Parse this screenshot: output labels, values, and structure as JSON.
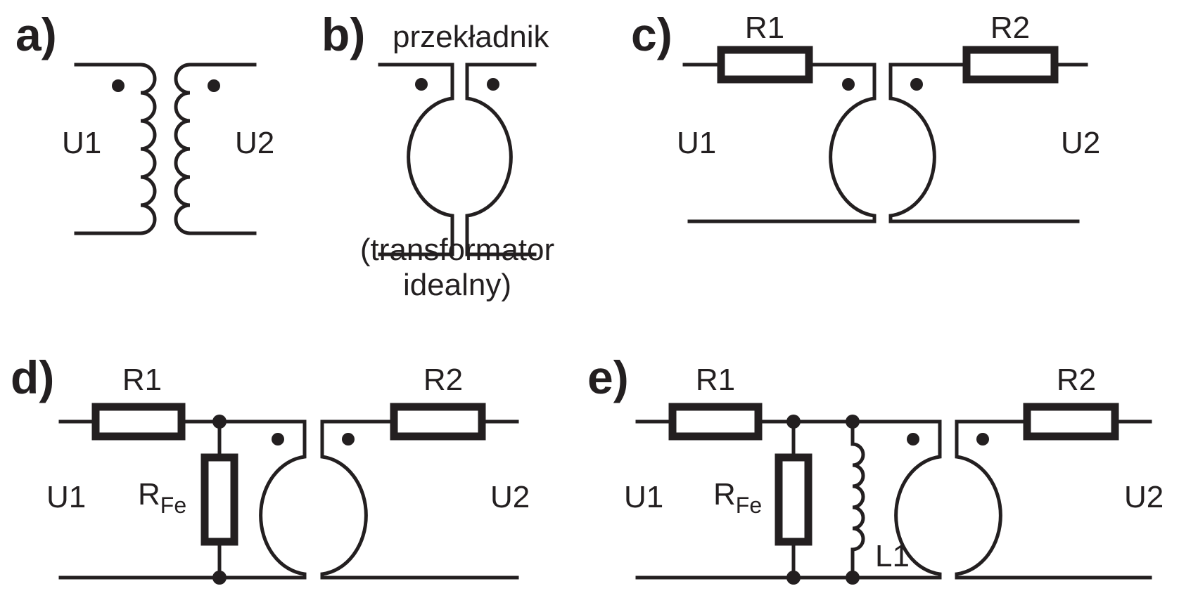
{
  "circuits": {
    "a": {
      "label": "a)",
      "u1": "U1",
      "u2": "U2"
    },
    "b": {
      "label": "b)",
      "caption_top": "przekładnik",
      "caption_bottom_1": "(transformator",
      "caption_bottom_2": "idealny)"
    },
    "c": {
      "label": "c)",
      "r1": "R1",
      "r2": "R2",
      "u1": "U1",
      "u2": "U2"
    },
    "d": {
      "label": "d)",
      "r1": "R1",
      "r2": "R2",
      "u1": "U1",
      "u2": "U2",
      "rfe_main": "R",
      "rfe_sub": "Fe"
    },
    "e": {
      "label": "e)",
      "r1": "R1",
      "r2": "R2",
      "u1": "U1",
      "u2": "U2",
      "rfe_main": "R",
      "rfe_sub": "Fe",
      "l1": "L1"
    }
  },
  "colors": {
    "ink": "#231f20",
    "background": "#ffffff"
  }
}
